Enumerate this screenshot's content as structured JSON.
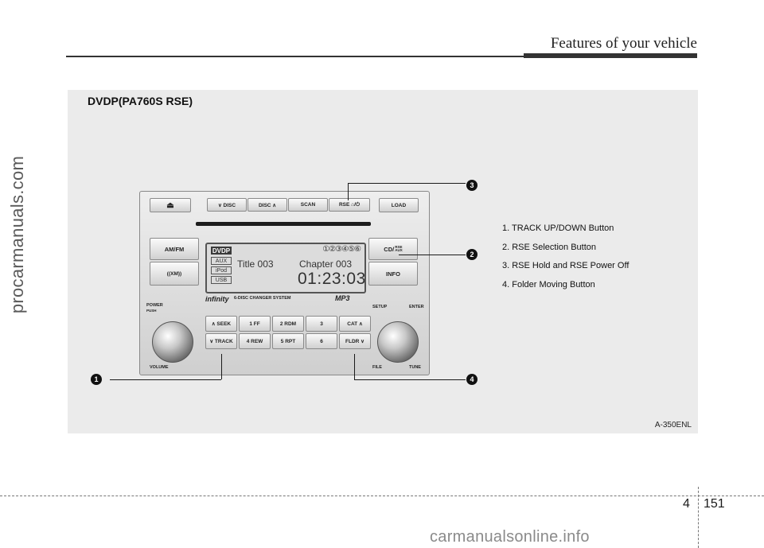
{
  "header": {
    "section_title": "Features of your vehicle"
  },
  "watermark": {
    "side": "procarmanuals.com",
    "bottom": "carmanualsonline.info"
  },
  "figure": {
    "title": "DVDP(PA760S RSE)",
    "code": "A-350ENL",
    "radio": {
      "buttons": {
        "eject": "⏏",
        "disc_down": "∨ DISC",
        "disc_up": "DISC ∧",
        "scan": "SCAN",
        "rse_hold_power": "RSE ⌂/⏻",
        "load": "LOAD",
        "am_fm": "AM/FM",
        "xm": "((XM))",
        "cd_rse_aux": "CD/",
        "cd_rse_aux_sub1": "RSE",
        "cd_rse_aux_sub2": "AUX",
        "info": "INFO",
        "seek": "∧ SEEK",
        "ff": "1 FF",
        "rdm": "2 RDM",
        "three": "3",
        "cat": "CAT ∧",
        "track": "∨ TRACK",
        "rew": "4 REW",
        "rpt": "5 RPT",
        "six": "6",
        "fldr": "FLDR ∨"
      },
      "display": {
        "mode_dvdp": "DVDP",
        "mode_aux": "AUX",
        "mode_ipod": "iPod",
        "mode_usb": "USB",
        "disc_indicators": "①②③④⑤⑥",
        "title": "Title  003",
        "chapter": "Chapter 003",
        "time": "01:23:03"
      },
      "labels": {
        "power": "POWER",
        "push": "PUSH",
        "volume": "VOLUME",
        "brand": "infinity",
        "changer": "6-DISC CHANGER SYSTEM",
        "mp3": "MP3",
        "setup": "SETUP",
        "enter": "ENTER",
        "file": "FILE",
        "tune": "TUNE"
      }
    },
    "markers": [
      "1",
      "2",
      "3",
      "4"
    ],
    "legend": [
      "1. TRACK UP/DOWN Button",
      "2. RSE Selection Button",
      "3. RSE Hold and RSE Power Off",
      "4. Folder Moving Button"
    ]
  },
  "footer": {
    "chapter": "4",
    "page": "151"
  }
}
